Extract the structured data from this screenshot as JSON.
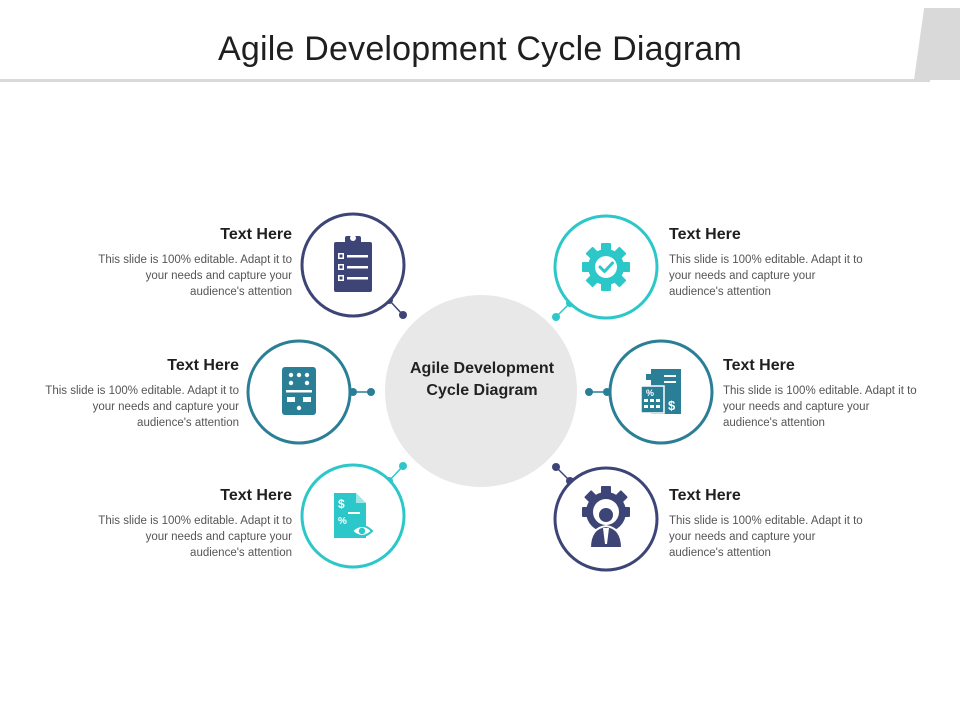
{
  "title": "Agile Development Cycle Diagram",
  "center_label": "Agile Development Cycle Diagram",
  "colors": {
    "navy": "#3d4476",
    "teal_blue": "#2a7f96",
    "cyan": "#2cc7c9",
    "center_fill": "#e8e8e8"
  },
  "items": [
    {
      "title": "Text Here",
      "desc": "This slide is 100% editable. Adapt it to your needs and capture your audience's attention",
      "icon": "clipboard-checklist-icon",
      "color": "#3d4476"
    },
    {
      "title": "Text Here",
      "desc": "This slide is 100% editable. Adapt it to your needs and capture your audience's attention",
      "icon": "kanban-board-icon",
      "color": "#2a7f96"
    },
    {
      "title": "Text Here",
      "desc": "This slide is 100% editable. Adapt it to your needs and capture your audience's attention",
      "icon": "budget-document-eye-icon",
      "color": "#2cc7c9"
    },
    {
      "title": "Text Here",
      "desc": "This slide is 100% editable. Adapt it to your needs and capture your audience's attention",
      "icon": "gear-check-icon",
      "color": "#2cc7c9"
    },
    {
      "title": "Text Here",
      "desc": "This slide is 100% editable. Adapt it to your needs and capture your audience's attention",
      "icon": "financial-calculator-icon",
      "color": "#2a7f96"
    },
    {
      "title": "Text Here",
      "desc": "This slide is 100% editable. Adapt it to your needs and capture your audience's attention",
      "icon": "gear-person-icon",
      "color": "#3d4476"
    }
  ]
}
